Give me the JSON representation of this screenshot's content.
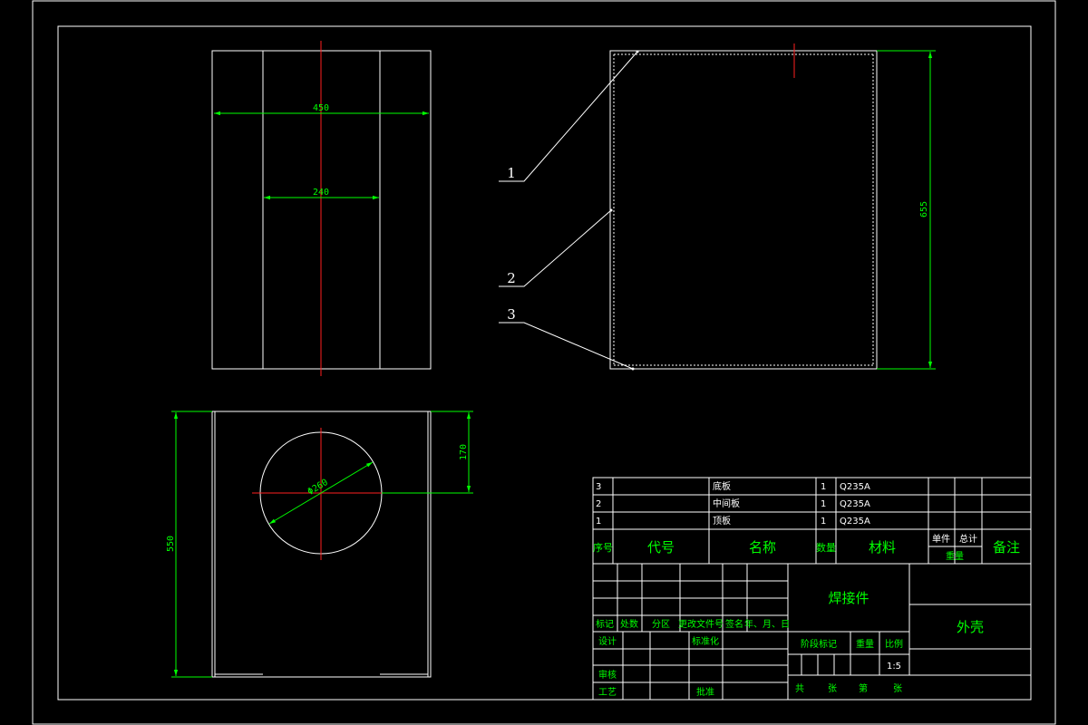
{
  "dimensions": {
    "top_width_outer": "450",
    "top_width_inner": "240",
    "front_height": "655",
    "side_height": "550",
    "hole_offset": "170",
    "hole_diameter": "Φ260"
  },
  "part_labels": [
    "1",
    "2",
    "3"
  ],
  "parts_list": [
    {
      "no": "3",
      "code": "",
      "name": "底板",
      "qty": "1",
      "material": "Q235A"
    },
    {
      "no": "2",
      "code": "",
      "name": "中间板",
      "qty": "1",
      "material": "Q235A"
    },
    {
      "no": "1",
      "code": "",
      "name": "顶板",
      "qty": "1",
      "material": "Q235A"
    }
  ],
  "parts_header": {
    "no": "序号",
    "code": "代号",
    "name": "名称",
    "qty": "数量",
    "material": "材料",
    "unit": "单件",
    "total": "总计",
    "weight": "重量",
    "remark": "备注"
  },
  "title_block": {
    "drawing_name": "焊接件",
    "part_name": "外壳",
    "mark": "标记",
    "count": "处数",
    "zone": "分区",
    "change_doc": "更改文件号",
    "sign": "签名",
    "date": "年、月、日",
    "design": "设计",
    "standardize": "标准化",
    "stage_mark": "阶段标记",
    "weight": "重量",
    "scale": "比例",
    "scale_value": "1:5",
    "review": "审核",
    "process": "工艺",
    "approve": "批准",
    "total_sheets": "共",
    "sheets": "张",
    "sheet_no": "第",
    "sheet": "张"
  },
  "colors": {
    "background": "#000000",
    "outline": "#ffffff",
    "dimension": "#00ff00",
    "centerline": "#ff2020"
  }
}
